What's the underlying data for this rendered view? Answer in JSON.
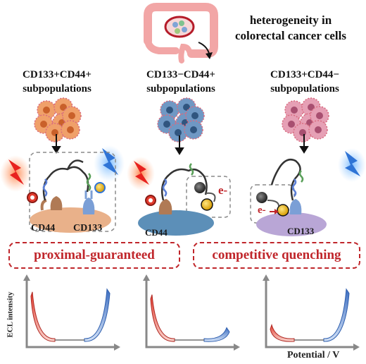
{
  "header": {
    "title_line1": "heterogeneity in",
    "title_line2": "colorectal cancer cells"
  },
  "columns": [
    {
      "line1": "CD133+CD44+",
      "line2": "subpopulations",
      "cell_color": "#f0a06a",
      "cell_core": "#c9602a"
    },
    {
      "line1": "CD133−CD44+",
      "line2": "subpopulations",
      "cell_color": "#6f98c4",
      "cell_core": "#30557f"
    },
    {
      "line1": "CD133+CD44−",
      "line2": "subpopulations",
      "cell_color": "#e6a0b5",
      "cell_core": "#a84f70"
    }
  ],
  "receptors": {
    "col1_cd44": "CD44",
    "col1_cd133": "CD133",
    "col2_cd44": "CD44",
    "col3_cd133": "CD133"
  },
  "electron_label": "e-",
  "mechanisms": {
    "left": "proximal-guaranteed",
    "right": "competitive quenching"
  },
  "plot_axes": {
    "y_label": "ECL intensity",
    "x_label": "Potential / V"
  },
  "colors": {
    "accent_red": "#c0262b",
    "cathodic_red": "#e23b2e",
    "anodic_blue": "#4a7fcf",
    "colon": "#f2a6a6",
    "membrane_cd44": "#5c8fb8",
    "membrane_cd133": "#b9a6d6"
  },
  "chart_data": {
    "type": "line",
    "xlabel": "Potential / V",
    "ylabel": "ECL intensity",
    "panels": [
      {
        "cathodic_peak": 0.9,
        "anodic_peak": 0.95
      },
      {
        "cathodic_peak": 0.85,
        "anodic_peak": 0.25
      },
      {
        "cathodic_peak": 0.3,
        "anodic_peak": 0.95
      }
    ]
  }
}
